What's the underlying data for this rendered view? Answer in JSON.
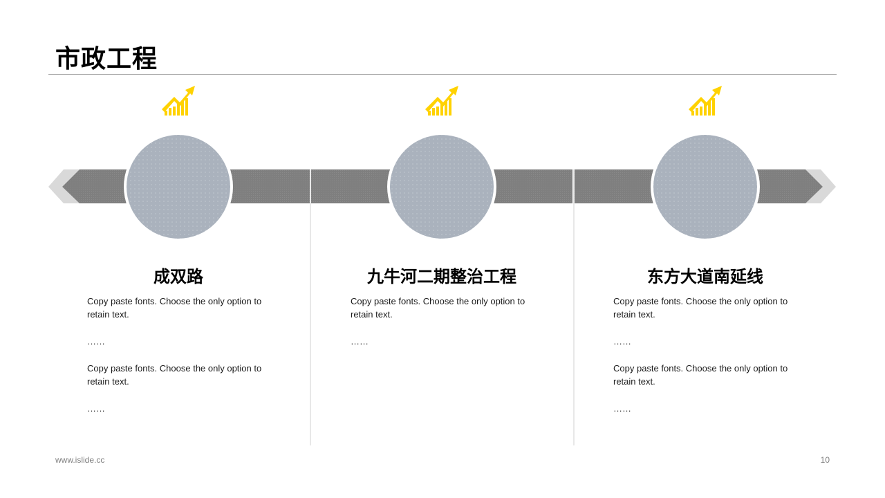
{
  "slide": {
    "title": "市政工程",
    "footer_url": "www.islide.cc",
    "page_number": "10"
  },
  "colors": {
    "accent": "#ffd200",
    "band": "#7f7f7f",
    "chevron": "#d9d9d9",
    "circle": "#aab2bd",
    "divider": "#d0d0d0"
  },
  "columns": [
    {
      "icon": "growth-chart-icon",
      "title": "成双路",
      "paragraphs": [
        "Copy paste fonts. Choose the only option to retain text.",
        "……",
        "Copy paste fonts. Choose the only option to retain text.",
        "……"
      ]
    },
    {
      "icon": "growth-chart-icon",
      "title": "九牛河二期整治工程",
      "paragraphs": [
        "Copy paste fonts. Choose the only option to retain text.",
        "……"
      ]
    },
    {
      "icon": "growth-chart-icon",
      "title": "东方大道南延线",
      "paragraphs": [
        "Copy paste fonts. Choose the only option to retain text.",
        "……",
        "Copy paste fonts. Choose the only option to retain text.",
        "……"
      ]
    }
  ]
}
